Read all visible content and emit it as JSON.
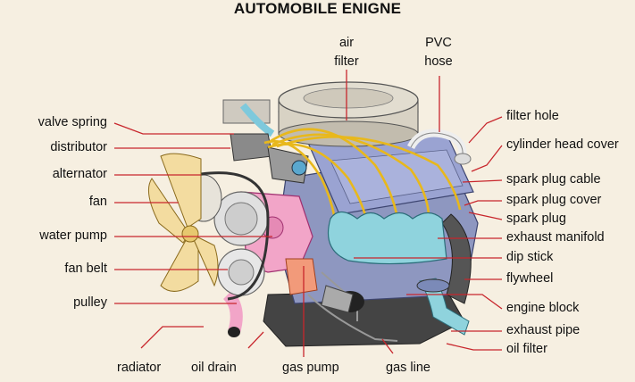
{
  "title": "AUTOMOBILE ENIGNE",
  "labels": {
    "air_filter": [
      "air",
      "filter"
    ],
    "pvc_hose": [
      "PVC",
      "hose"
    ],
    "valve_spring": "valve spring",
    "distributor": "distributor",
    "alternator": "alternator",
    "fan": "fan",
    "water_pump": "water pump",
    "fan_belt": "fan belt",
    "pulley": "pulley",
    "radiator": "radiator",
    "oil_drain": "oil drain",
    "gas_pump": "gas pump",
    "gas_line": "gas line",
    "filter_hole": "filter hole",
    "cylinder_head_cover": "cylinder head cover",
    "spark_plug_cable": "spark plug cable",
    "spark_plug_cover": "spark plug cover",
    "spark_plug": "spark plug",
    "exhaust_manifold": "exhaust manifold",
    "dip_stick": "dip stick",
    "flywheel": "flywheel",
    "engine_block": "engine block",
    "exhaust_pipe": "exhaust pipe",
    "oil_filter": "oil filter"
  },
  "colors": {
    "leader": "#c8262c",
    "block": "#9aa3c9",
    "pump": "#f2a5c8",
    "manifold": "#8fd3dd",
    "cables": "#e8b81c",
    "fan": "#f3dca0"
  }
}
